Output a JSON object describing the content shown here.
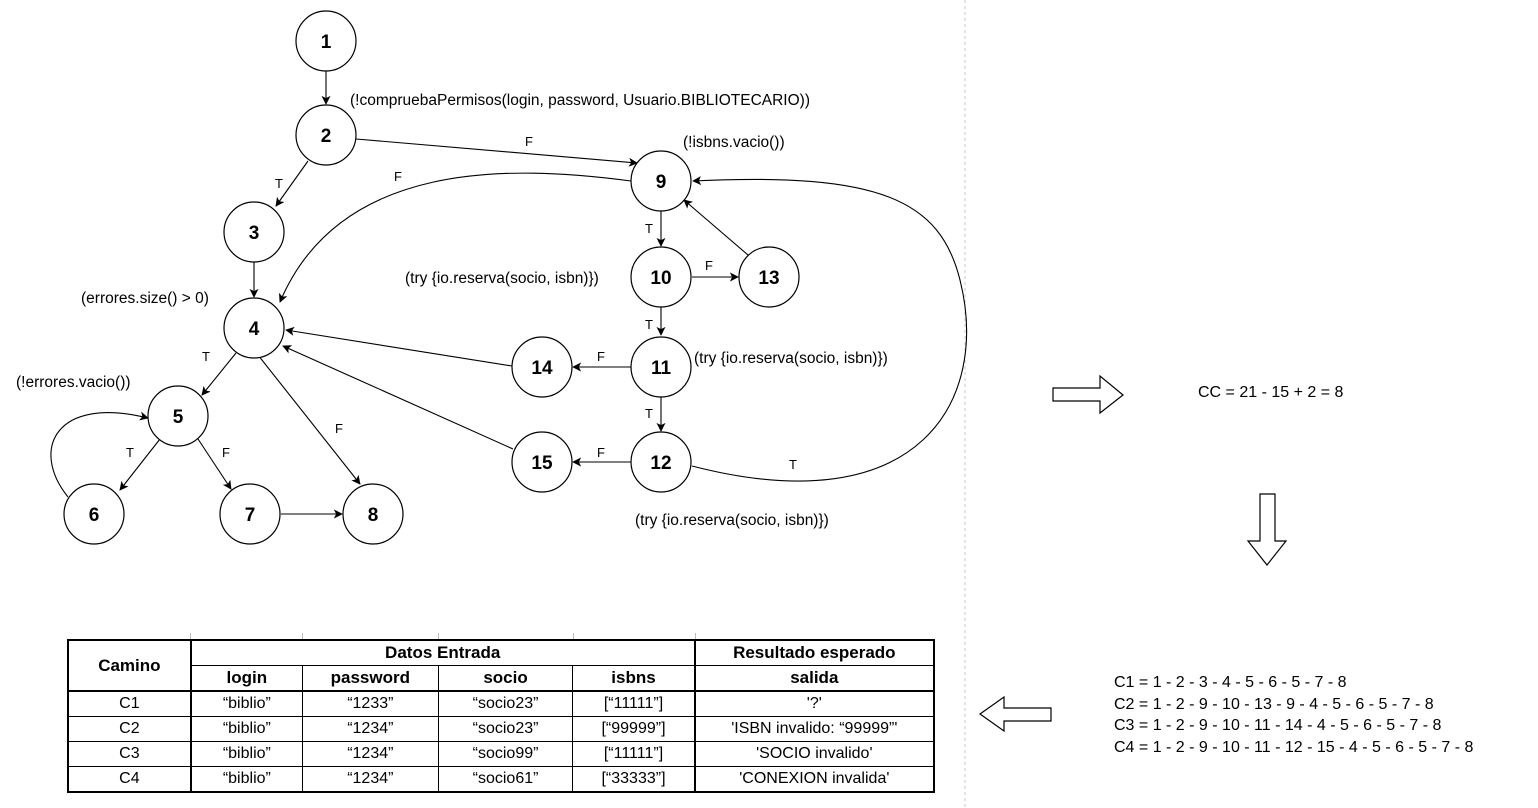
{
  "nodes": [
    "1",
    "2",
    "3",
    "4",
    "5",
    "6",
    "7",
    "8",
    "9",
    "10",
    "11",
    "12",
    "13",
    "14",
    "15"
  ],
  "conditions": {
    "n2": "(!compruebaPermisos(login, password, Usuario.BIBLIOTECARIO))",
    "n9": "(!isbns.vacio())",
    "n10": "(try {io.reserva(socio, isbn)})",
    "n4": "(errores.size() > 0)",
    "n11": "(try {io.reserva(socio, isbn)})",
    "n5": "(!errores.vacio())",
    "n12": "(try {io.reserva(socio, isbn)})"
  },
  "edge_labels": {
    "e2_9": "F",
    "e2_3": "T",
    "e9_4": "F",
    "e9_10": "T",
    "e10_13": "F",
    "e10_11": "T",
    "e4_5": "T",
    "e4_8": "F",
    "e11_14": "F",
    "e11_12": "T",
    "e5_6": "T",
    "e5_7": "F",
    "e12_15": "F",
    "e12_9": "T"
  },
  "complexity": "CC = 21 - 15 + 2 = 8",
  "paths": [
    "C1 = 1 - 2 - 3 - 4 - 5 - 6 - 5 - 7 - 8",
    "C2 = 1 - 2 - 9 - 10 - 13 - 9 - 4 - 5 - 6 - 5 - 7 - 8",
    "C3 = 1 - 2 - 9 - 10 - 11 - 14 - 4 - 5 - 6 - 5 - 7 - 8",
    "C4 = 1 - 2 - 9 - 10 - 11 - 12 - 15 - 4 - 5 - 6 - 5 - 7 - 8"
  ],
  "table": {
    "h_camino": "Camino",
    "h_datos": "Datos Entrada",
    "h_resultado": "Resultado esperado",
    "h_login": "login",
    "h_password": "password",
    "h_socio": "socio",
    "h_isbns": "isbns",
    "h_salida": "salida",
    "rows": [
      {
        "camino": "C1",
        "login": "“biblio”",
        "password": "“1233”",
        "socio": "“socio23”",
        "isbns": "[“11111”]",
        "salida": "'?'"
      },
      {
        "camino": "C2",
        "login": "“biblio”",
        "password": "“1234”",
        "socio": "“socio23”",
        "isbns": "[“99999”]",
        "salida": "'ISBN invalido: “99999”'"
      },
      {
        "camino": "C3",
        "login": "“biblio”",
        "password": "“1234”",
        "socio": "“socio99”",
        "isbns": "[“11111”]",
        "salida": "'SOCIO invalido'"
      },
      {
        "camino": "C4",
        "login": "“biblio”",
        "password": "“1234”",
        "socio": "“socio61”",
        "isbns": "[“33333”]",
        "salida": "'CONEXION invalida'"
      }
    ]
  }
}
